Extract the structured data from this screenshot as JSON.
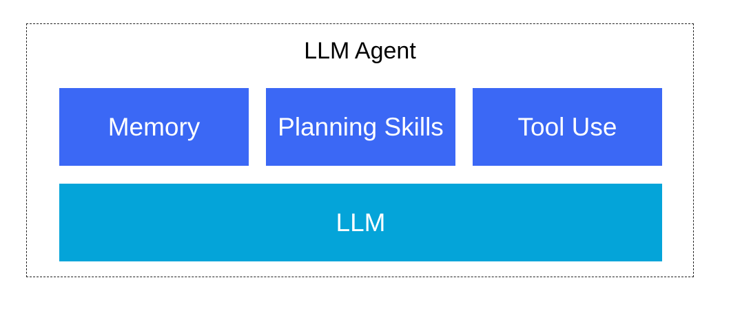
{
  "diagram": {
    "title": "LLM Agent",
    "modules": [
      {
        "label": "Memory"
      },
      {
        "label": "Planning Skills"
      },
      {
        "label": "Tool Use"
      }
    ],
    "base": {
      "label": "LLM"
    }
  },
  "colors": {
    "module_fill": "#3b68f5",
    "base_fill": "#04a4d9",
    "label_text": "#ffffff",
    "frame_border": "#222222",
    "title_text": "#000000"
  }
}
